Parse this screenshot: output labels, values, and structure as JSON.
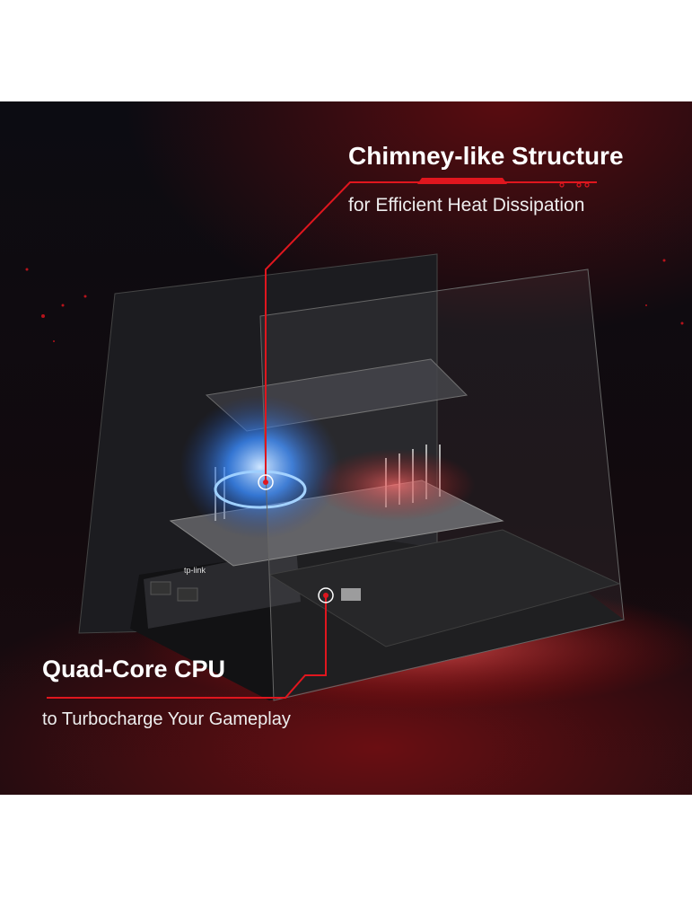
{
  "top_callout": {
    "title": "Chimney-like Structure",
    "subtitle": "for Efficient Heat Dissipation"
  },
  "bottom_callout": {
    "title": "Quad-Core CPU",
    "subtitle": "to Turbocharge Your Gameplay"
  },
  "product": {
    "logo_text": "tp-link"
  },
  "colors": {
    "accent": "#e0161e",
    "background": "#0e0c12",
    "fan_glow": "#3a8cff"
  }
}
